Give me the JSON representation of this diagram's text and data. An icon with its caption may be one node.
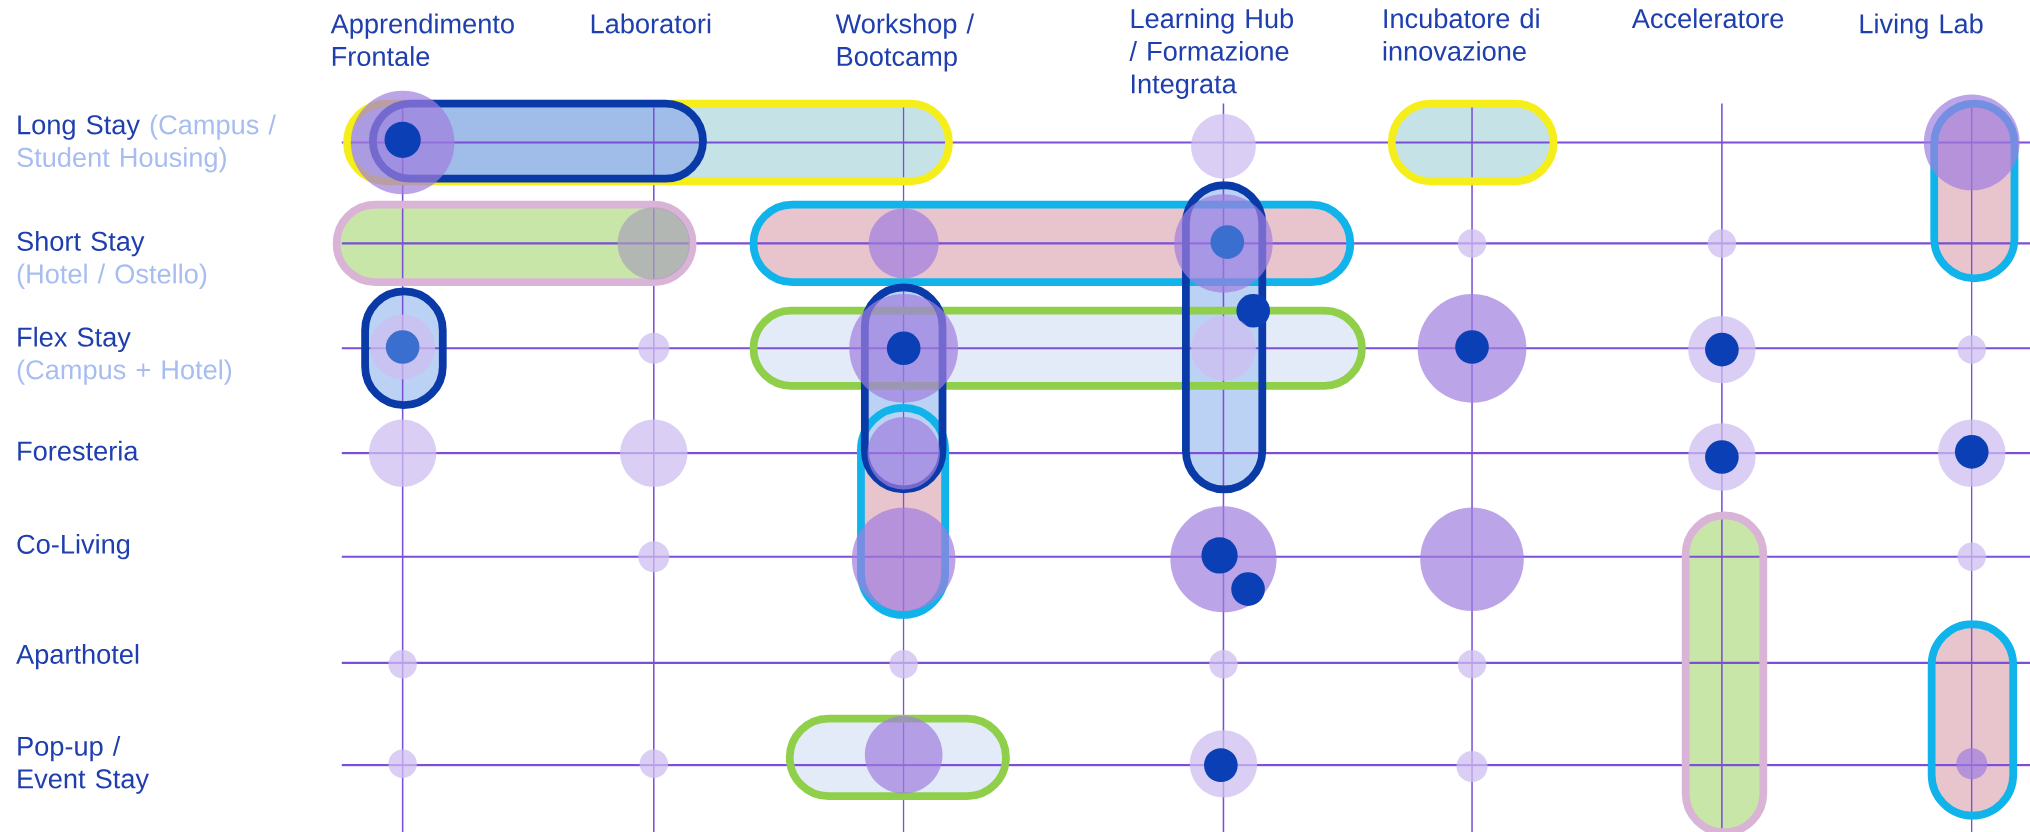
{
  "diagram": {
    "labels": [
      "Apprendimento Frontale",
      "Laboratori",
      "Workshop / Bootcamp",
      "Learning Hub / Formazione Integrata",
      "Incubatore di innovazione",
      "Acceleratore",
      "Living Lab",
      "Long Stay",
      "(Campus / Student Housing)",
      "Short Stay",
      "(Hotel / Ostello)",
      "Flex Stay",
      "(Campus + Hotel)",
      "Foresteria",
      "Co-Living",
      "Aparthotel",
      "Pop-up / Event Stay"
    ]
  }
}
